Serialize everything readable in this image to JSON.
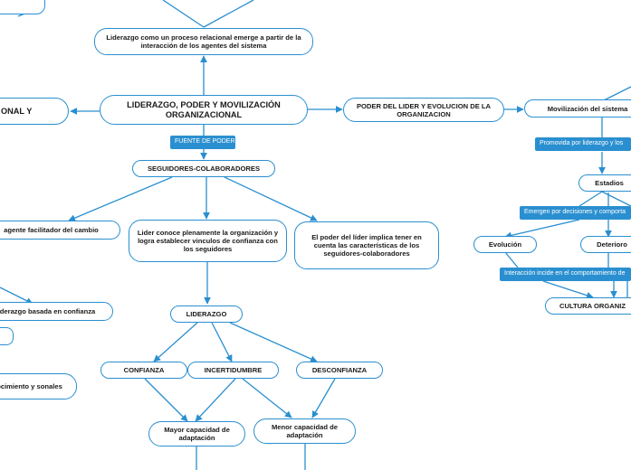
{
  "nodes": {
    "central": "LIDERAZGO, PODER Y MOVILIZACIÓN ORGANIZACIONAL",
    "relational": "Liderazgo como un proceso relacional emerge a partir de la interacción de los agentes del sistema",
    "left_partial": "ONAL Y",
    "poder_lider": "PODER DEL LIDER Y EVOLUCION DE LA ORGANIZACION",
    "movilizacion": "Movilización del sistema",
    "seguidores": "SEGUIDORES-COLABORADORES",
    "agente": "agente facilitador del cambio",
    "lider_conoce": "Lider conoce plenamente la organización y logra establecer vinculos de confianza con los seguidores",
    "poder_implica": "El poder del líder implica tener en cuenta las características de los seguidores-colaboradores",
    "liderazgo": "LIDERAZGO",
    "basada_confianza": "derazgo basada en confianza",
    "conocimiento": "ocimiento y sonales",
    "confianza": "CONFIANZA",
    "incertidumbre": "INCERTIDUMBRE",
    "desconfianza": "DESCONFIANZA",
    "mayor": "Mayor capacidad de adaptación",
    "menor": "Menor capacidad de adaptación",
    "estadios": "Estadios",
    "evolucion": "Evolución",
    "deterioro": "Deterioro",
    "cultura": "CULTURA ORGANIZ"
  },
  "tags": {
    "fuente": "FUENTE DE PODER",
    "promovida": "Promovida por liderazgo y los",
    "emergen": "Emergen por decisiones y comporta",
    "interaccion": "Interacción incide en el comportamiento de"
  },
  "colors": {
    "accent": "#2a8fd0",
    "text": "#1a1a1a"
  }
}
